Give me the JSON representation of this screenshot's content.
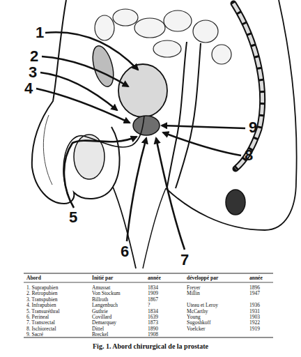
{
  "diagram": {
    "caption": "Fig. 1. Abord chirurgical de la prostate",
    "labels": [
      "1",
      "2",
      "3",
      "4",
      "5",
      "6",
      "7",
      "8",
      "9",
      "Abord",
      "Initié par",
      "année",
      "développé par",
      "année",
      "1. Suprapubien",
      "Amussat",
      "1834",
      "Freyer",
      "1896",
      "2. Retropubien",
      "Von Stockum",
      "1909",
      "Millin",
      "1947",
      "3. Transpubien",
      "Billroth",
      "1867",
      "4. Infrapubien",
      "Langenbuch",
      "?",
      "Uteau et Leroy",
      "1936",
      "5. Transuréthral",
      "Guthrie",
      "1834",
      "McCarthy",
      "1931",
      "6. Perineal",
      "Covillard",
      "1639",
      "Young",
      "1903",
      "7. Transrectal",
      "Demarquay",
      "1873",
      "Sugoshkoff",
      "1922",
      "8. Ischiorectal",
      "Dittel",
      "1890",
      "Voelcker",
      "1919",
      "9. Sacré",
      "Breckel",
      "1908"
    ]
  }
}
